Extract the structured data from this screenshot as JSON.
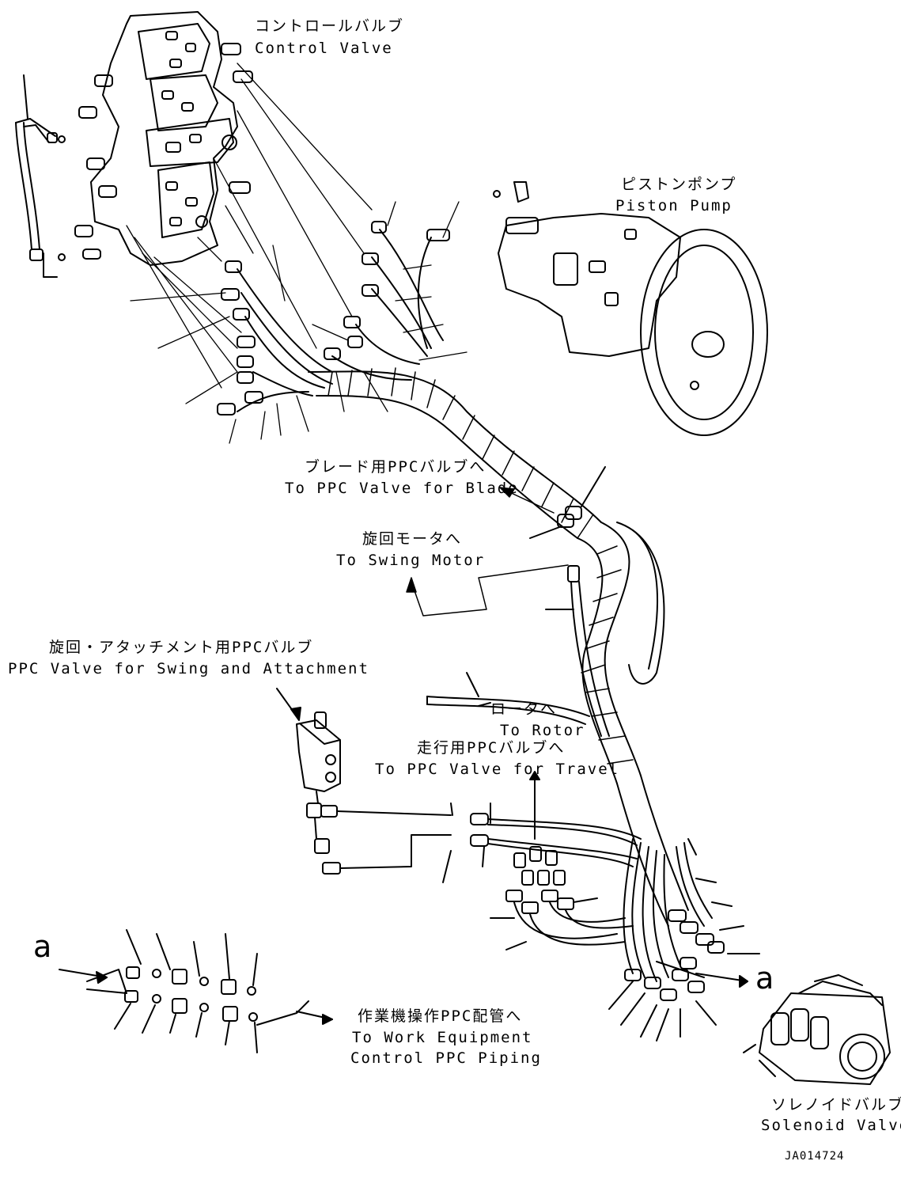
{
  "labels": {
    "control_valve": {
      "ja": "コントロールバルブ",
      "en": "Control Valve"
    },
    "piston_pump": {
      "ja": "ピストンポンプ",
      "en": "Piston Pump"
    },
    "blade_ppc": {
      "ja": "ブレード用PPCバルブへ",
      "en": "To PPC Valve for Blade"
    },
    "swing_motor": {
      "ja": "旋回モータへ",
      "en": "To Swing Motor"
    },
    "swing_attach_ppc": {
      "ja": "旋回・アタッチメント用PPCバルブ",
      "en": "PPC Valve for Swing and Attachment"
    },
    "rotor": {
      "ja": "ロータへ",
      "en": "To Rotor"
    },
    "travel_ppc": {
      "ja": "走行用PPCバルブへ",
      "en": "To PPC Valve for Travel"
    },
    "work_equipment": {
      "ja": "作業機操作PPC配管へ",
      "en1": "To Work Equipment",
      "en2": "Control PPC Piping"
    },
    "solenoid": {
      "ja": "ソレノイドバルブ",
      "en": "Solenoid Valve"
    }
  },
  "view_marks": {
    "left": "a",
    "right": "a"
  },
  "drawing_code": "JA014724"
}
